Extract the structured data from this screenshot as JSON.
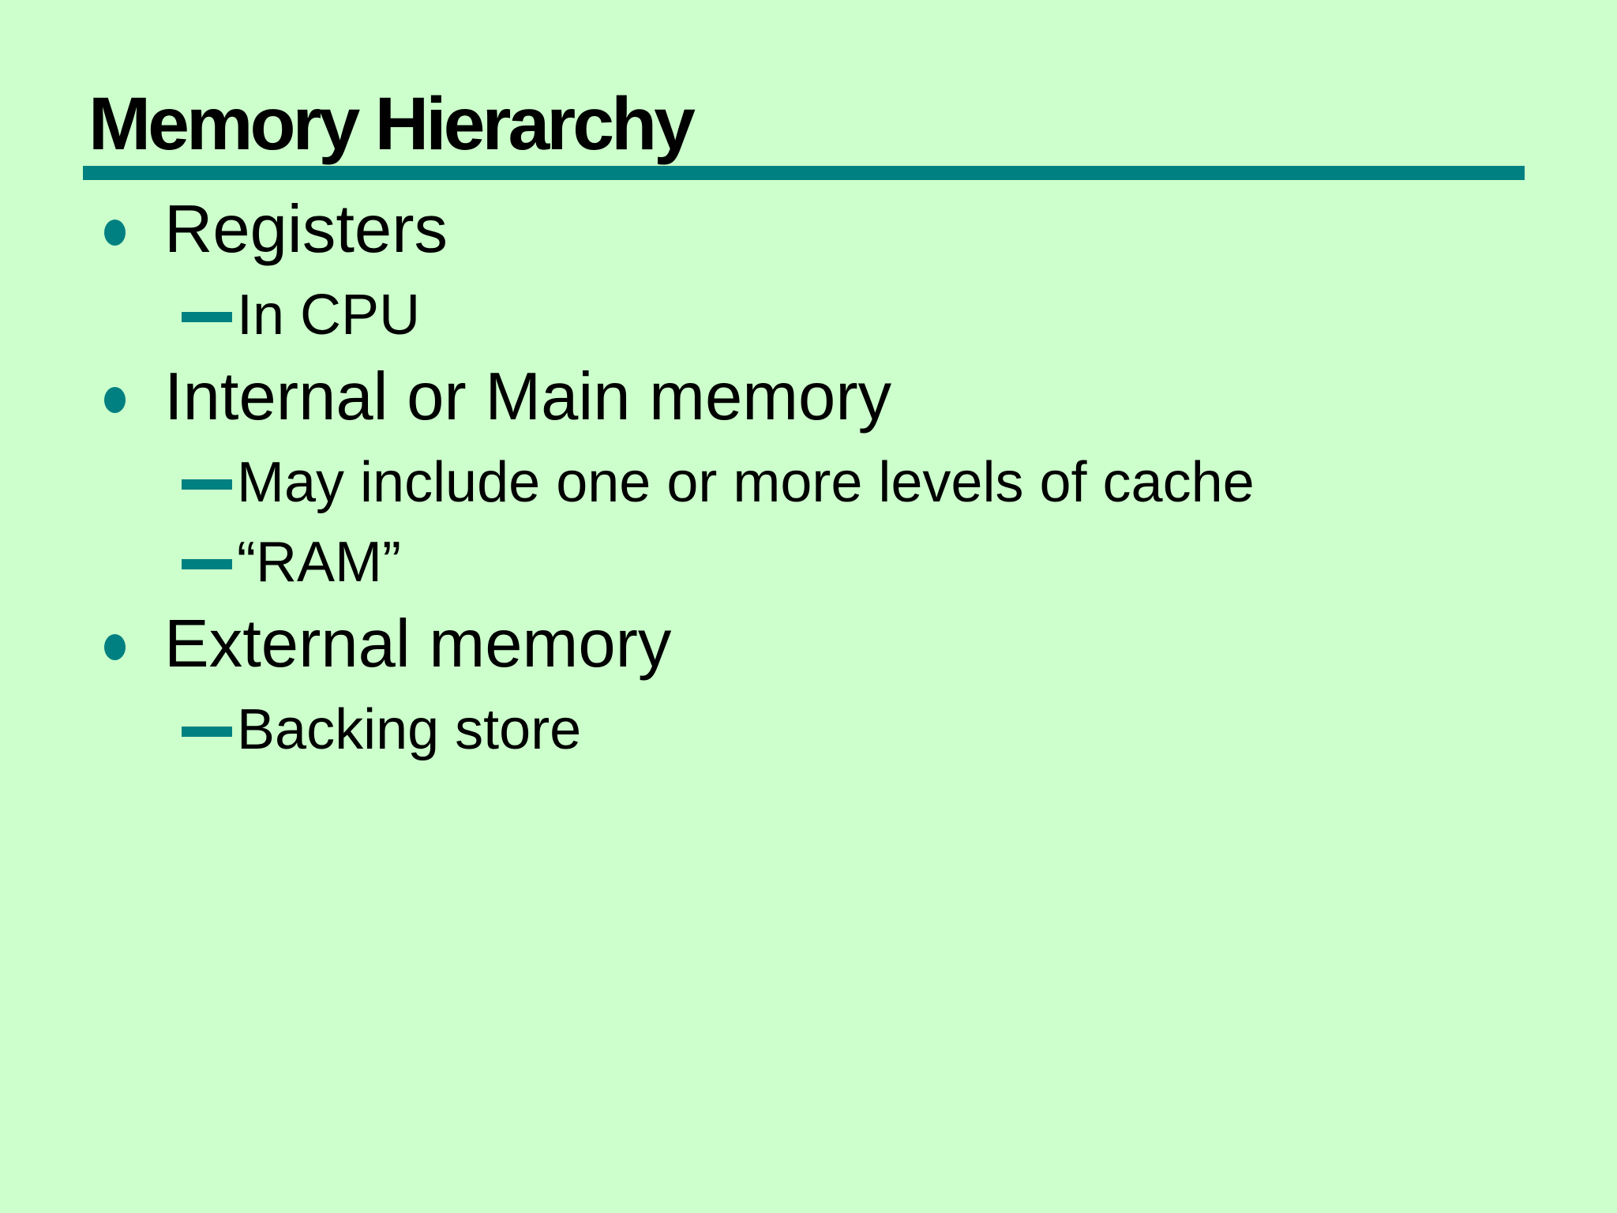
{
  "slide": {
    "title": "Memory Hierarchy",
    "colors": {
      "background": "#ccffcc",
      "accent_teal": "#008080",
      "text": "#000000"
    },
    "markers": {
      "level1_icon": "teal-dot",
      "level2_marker": "—"
    },
    "bullets": [
      {
        "label": "Registers",
        "sub": [
          "In CPU"
        ]
      },
      {
        "label": "Internal or Main memory",
        "sub": [
          "May include one or more levels of cache",
          "“RAM”"
        ]
      },
      {
        "label": "External memory",
        "sub": [
          "Backing store"
        ]
      }
    ]
  }
}
